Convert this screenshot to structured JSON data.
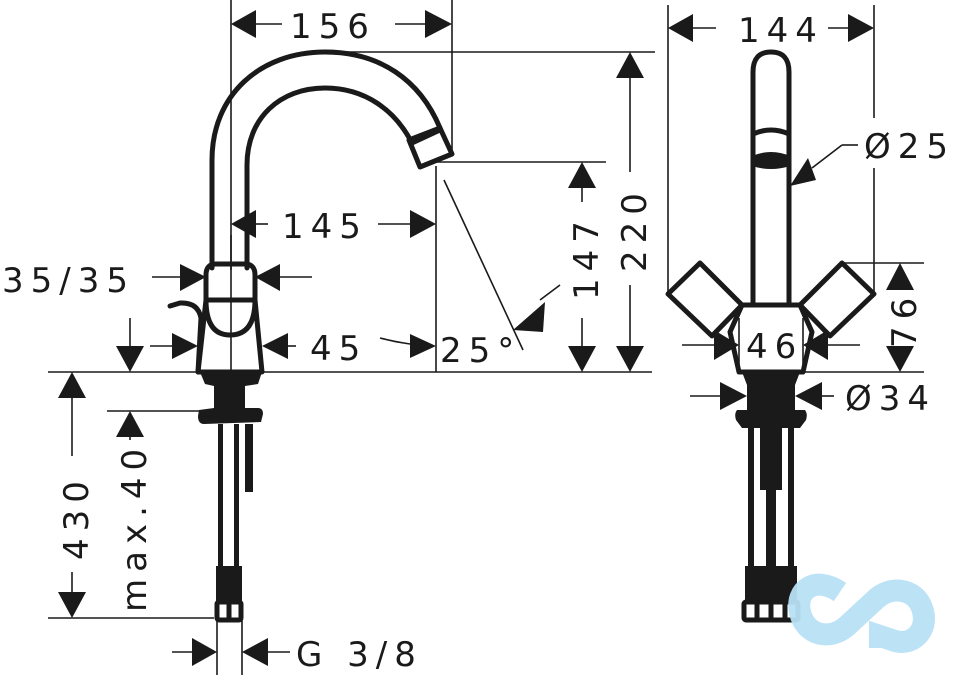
{
  "drawing": {
    "title": "Two-handle basin mixer tap technical drawing",
    "units": "mm",
    "line_color": "#1a1a1a",
    "background": "#ffffff"
  },
  "side_view": {
    "dims": {
      "spout_reach_overall": "156",
      "spout_reach_outlet": "145",
      "handle_size": "35/35",
      "body_width": "45",
      "outlet_angle": "25°",
      "outlet_height": "147",
      "total_height": "220",
      "max_deck_thickness": "max.40",
      "hose_length": "430",
      "connection_thread": "G 3/8"
    }
  },
  "front_view": {
    "dims": {
      "total_width": "144",
      "spout_diameter": "Ø25",
      "handle_height": "76",
      "body_width": "46",
      "shank_diameter": "Ø34"
    }
  },
  "watermark": {
    "logo": "infinity-loop-logo",
    "color": "#b8e0f5"
  }
}
